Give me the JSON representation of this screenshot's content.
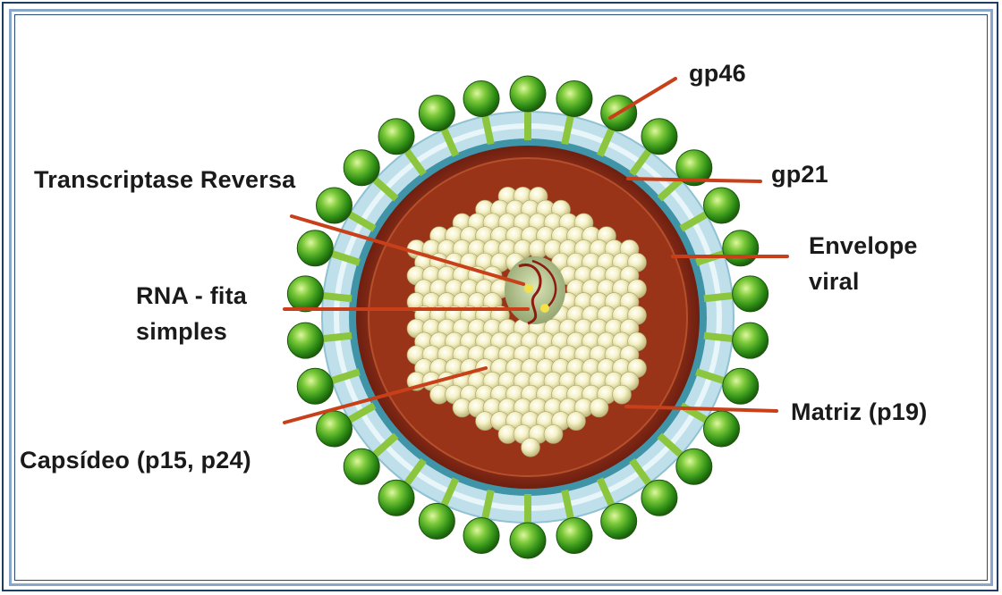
{
  "labels": {
    "gp46": "gp46",
    "gp21": "gp21",
    "transcriptase": "Transcriptase Reversa",
    "envelope_line1": "Envelope",
    "envelope_line2": "viral",
    "rna_line1": "RNA - fita",
    "rna_line2": "simples",
    "matriz": "Matriz (p19)",
    "capsideo": "Capsídeo (p15, p24)"
  },
  "colors": {
    "frame_dark": "#1f3c63",
    "frame_light": "#8aa6c8",
    "pointer_line": "#c8401a",
    "knob_green": "#3a9a1a",
    "membrane_blue": "#bfe0ea",
    "matrix_red": "#8e2a17",
    "capsid_cream": "#f3f0c4"
  }
}
